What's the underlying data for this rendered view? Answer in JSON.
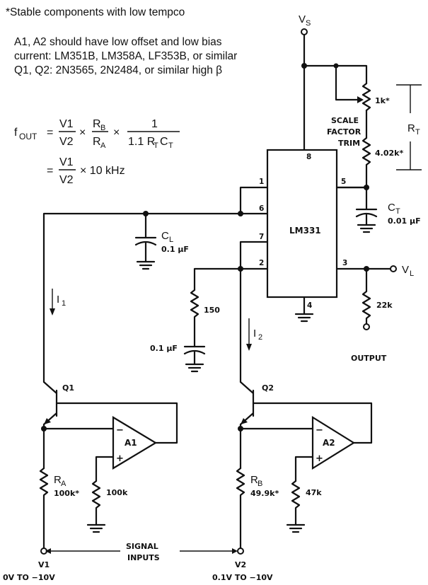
{
  "notes": {
    "stable": "*Stable components with low tempco",
    "line2": "A1, A2 should have low offset and low bias",
    "line3": "current: LM351B, LM358A, LF353B, or similar",
    "line4": "Q1, Q2: 2N3565, 2N2484, or similar high β"
  },
  "equation": {
    "fout": "f",
    "fout_sub": "OUT",
    "eq1": "=",
    "v1": "V1",
    "v2": "V2",
    "times": "×",
    "rb": "R",
    "rb_sub": "B",
    "ra": "R",
    "ra_sub": "A",
    "times2": "×",
    "one": "1",
    "denom": "1.1 R",
    "denom_sub1": "T",
    "denom_c": "C",
    "denom_sub2": "T",
    "eq2": "=",
    "v1b": "V1",
    "v2b": "V2",
    "tail": "× 10 kHz"
  },
  "components": {
    "vs": "V",
    "vs_sub": "S",
    "r1k": "1k*",
    "scale": "SCALE",
    "factor": "FACTOR",
    "trim": "TRIM",
    "rt": "R",
    "rt_sub": "T",
    "r482": "4.02k*",
    "ct": "C",
    "ct_sub": "T",
    "ct_val": "0.01 μF",
    "cl": "C",
    "cl_sub": "L",
    "cl_val": "0.1 μF",
    "ic": "LM331",
    "vl": "V",
    "vl_sub": "L",
    "r22k": "22k",
    "output": "OUTPUT",
    "r150": "150",
    "c01": "0.1 μF",
    "i1": "I",
    "i1_sub": "1",
    "i2": "I",
    "i2_sub": "2",
    "q1": "Q1",
    "q2": "Q2",
    "a1": "A1",
    "a2": "A2",
    "ra": "R",
    "ra_sub": "A",
    "ra_val": "100k*",
    "r100k": "100k",
    "rb": "R",
    "rb_sub": "B",
    "rb_val": "49.9k*",
    "r47k": "47k",
    "v1": "V1",
    "v1_range": "0V TO −10V",
    "v2": "V2",
    "v2_range": "0.1V TO −10V",
    "signal": "SIGNAL",
    "inputs": "INPUTS"
  },
  "pins": {
    "p8": "8",
    "p1": "1",
    "p6": "6",
    "p5": "5",
    "p7": "7",
    "p2": "2",
    "p3": "3",
    "p4": "4"
  }
}
